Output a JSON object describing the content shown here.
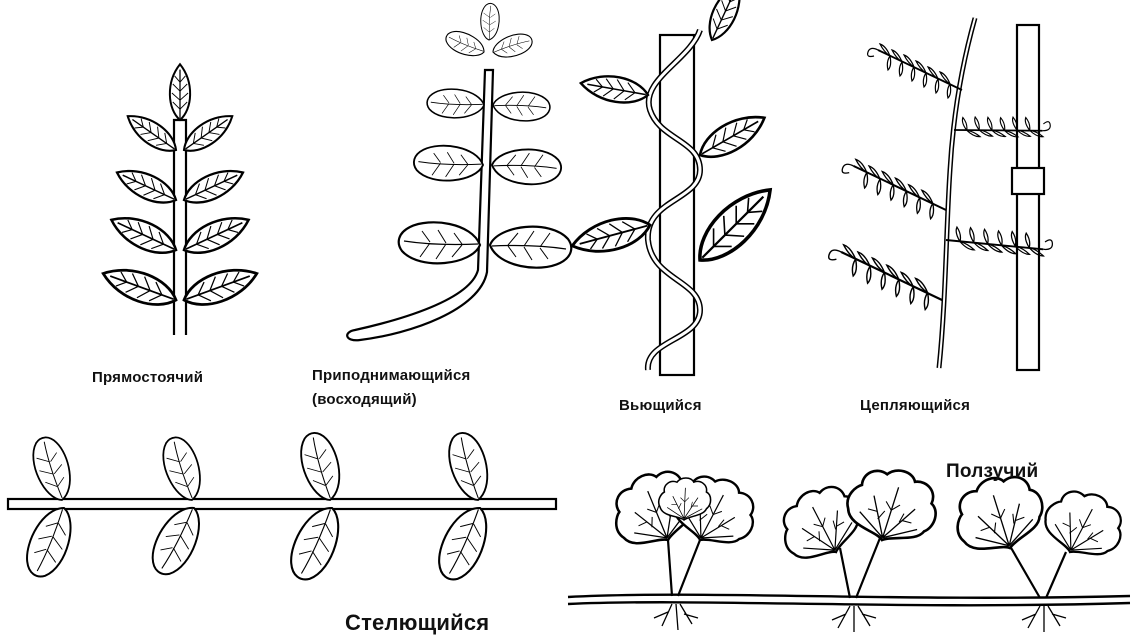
{
  "labels": {
    "upright": "Прямостоячий",
    "ascending_line1": "Приподнимающийся",
    "ascending_line2": "(восходящий)",
    "twining": "Вьющийся",
    "climbing": "Цепляющийся",
    "procumbent": "Стелющийся",
    "creeping": "Ползучий"
  }
}
